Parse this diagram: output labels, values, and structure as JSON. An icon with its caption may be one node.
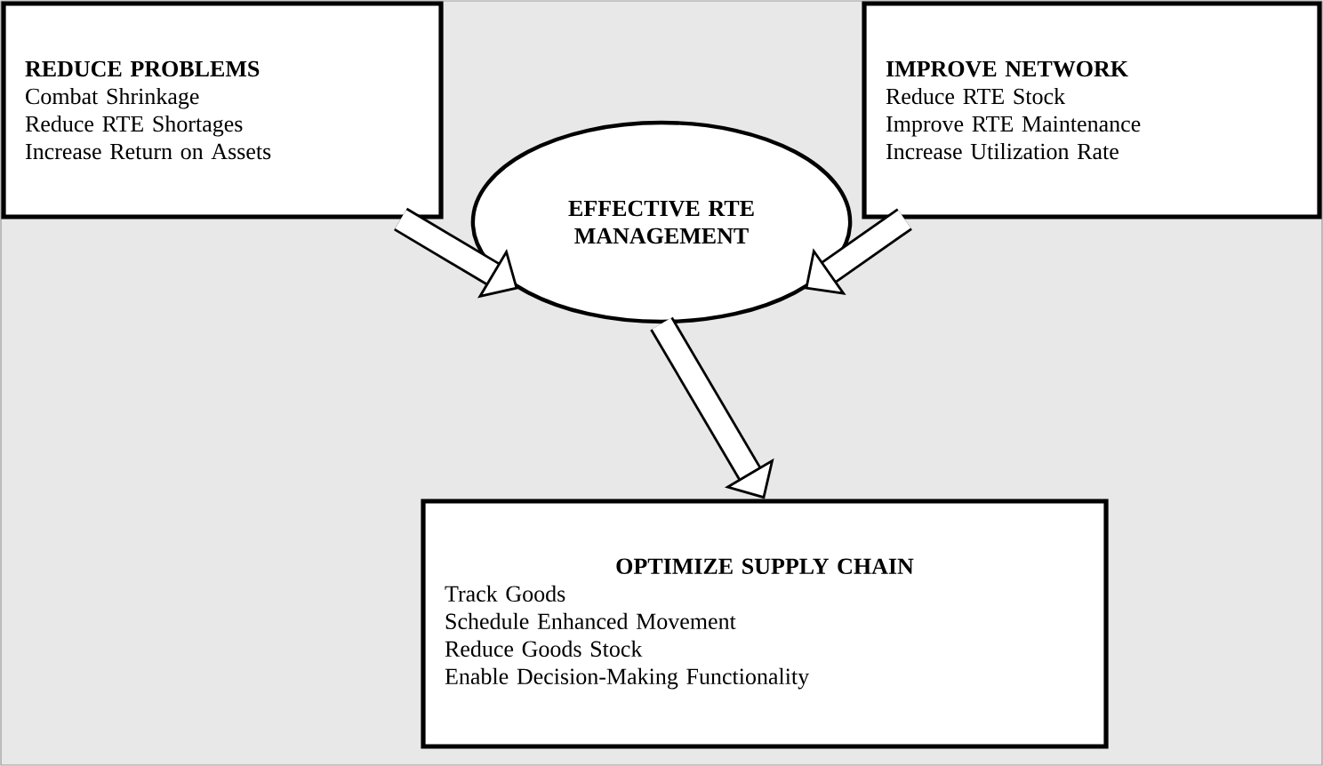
{
  "diagram": {
    "nodes": [
      {
        "text": [
          "REDUCE PROBLEMS",
          "Combat Shrinkage",
          "Reduce RTE Shortages",
          "Increase Return on Assets"
        ]
      },
      {
        "text": [
          "IMPROVE NETWORK",
          "Reduce RTE Stock",
          "Improve RTE Maintenance",
          "Increase Utilization Rate"
        ]
      },
      {
        "text": [
          "EFFECTIVE RTE MANAGEMENT"
        ]
      },
      {
        "text": [
          "OPTIMIZE SUPPLY CHAIN",
          "Track Goods",
          "Schedule Enhanced Movement",
          "Reduce Goods Stock",
          "Enable Decision-Making Functionality"
        ]
      }
    ],
    "edges": [
      {
        "from": 0,
        "to": 2,
        "arrow": "to"
      },
      {
        "from": 1,
        "to": 2,
        "arrow": "to"
      },
      {
        "from": 2,
        "to": 3,
        "arrow": "to"
      }
    ]
  }
}
